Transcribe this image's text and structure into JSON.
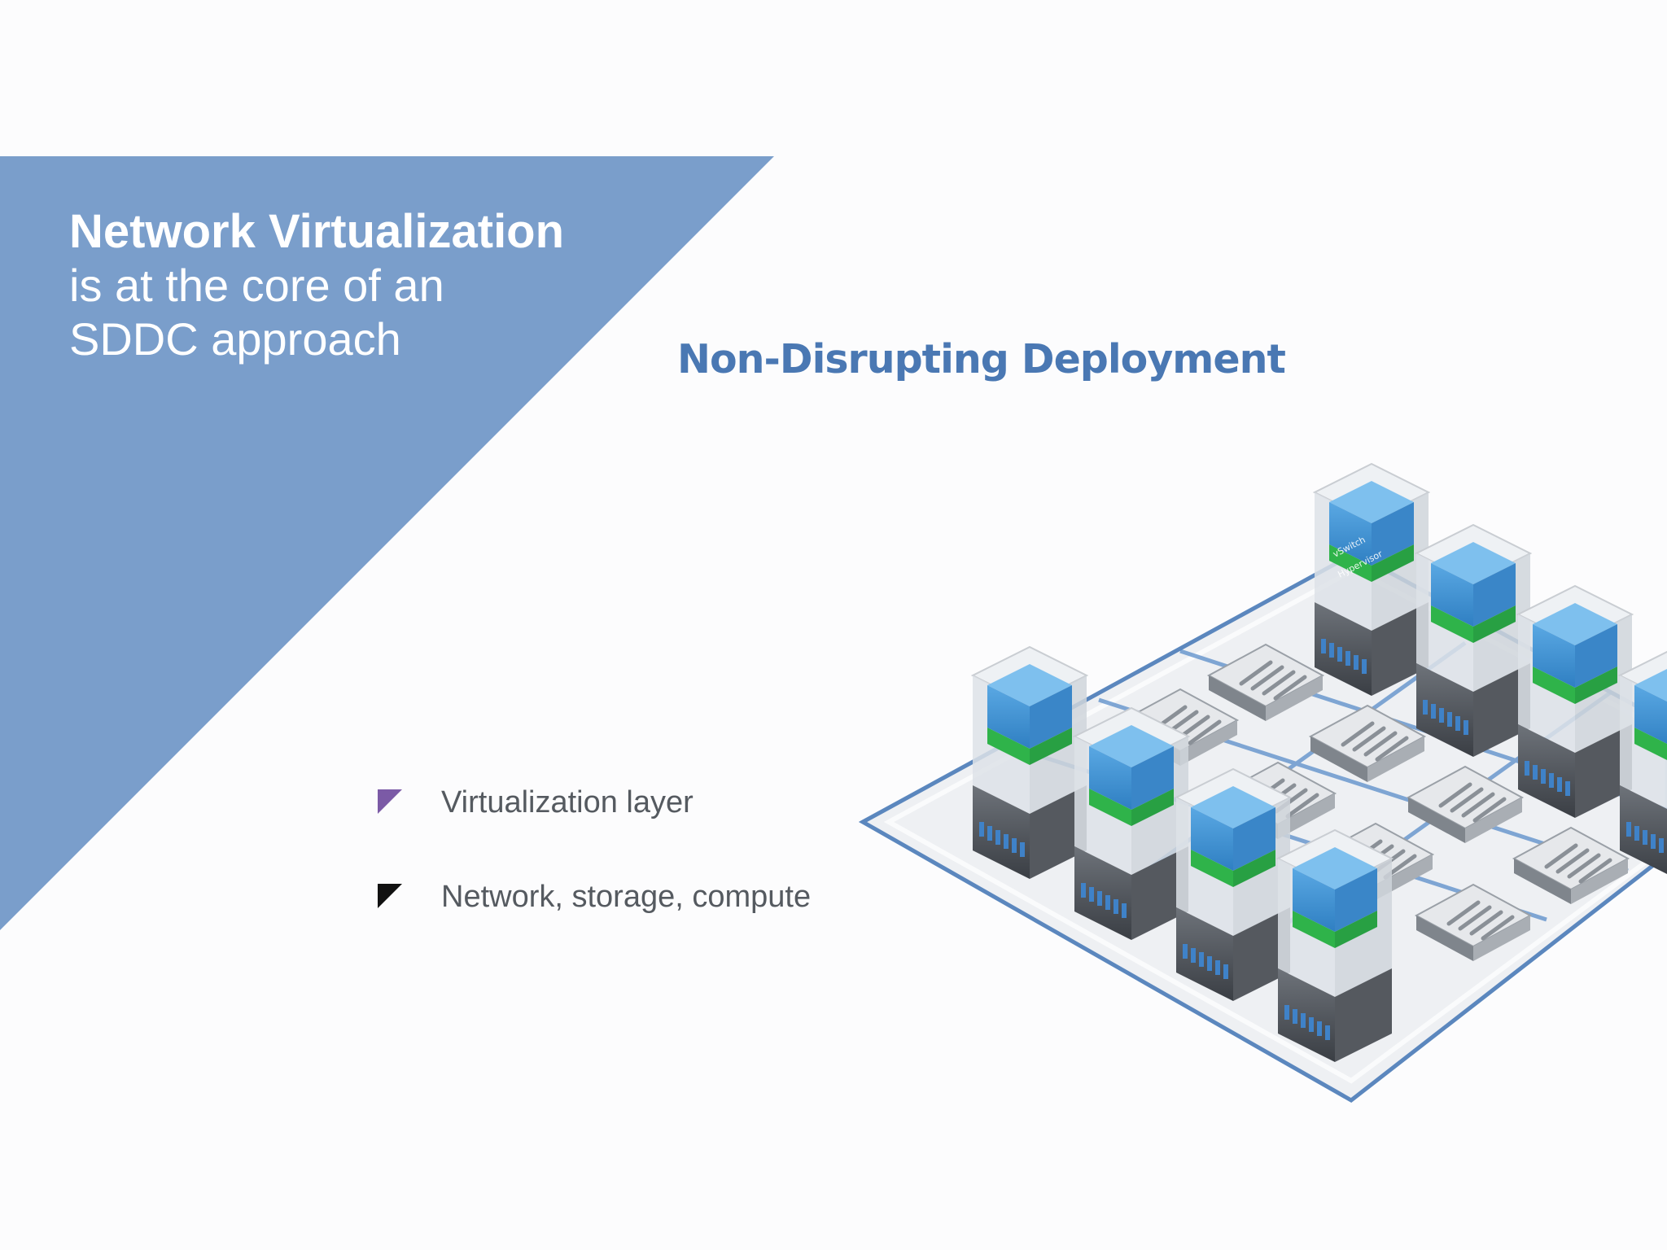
{
  "slide": {
    "title_bold": "Network Virtualization",
    "title_line2": "is at the core of an",
    "title_line3": "SDDC approach",
    "subtitle": "Non-Disrupting Deployment"
  },
  "legend": [
    {
      "label": "Virtualization layer",
      "marker_color": "#7b5aa6"
    },
    {
      "label": "Network, storage, compute",
      "marker_color": "#111111"
    }
  ],
  "illustration": {
    "box_label_top": "vSwitch",
    "box_label_bottom": "Hypervisor"
  },
  "colors": {
    "banner": "#7a9ecb",
    "subtitle": "#4a78b3",
    "cube_blue": "#3f8fd0",
    "cube_green": "#2fb34a",
    "platform_border": "#5b87be"
  }
}
